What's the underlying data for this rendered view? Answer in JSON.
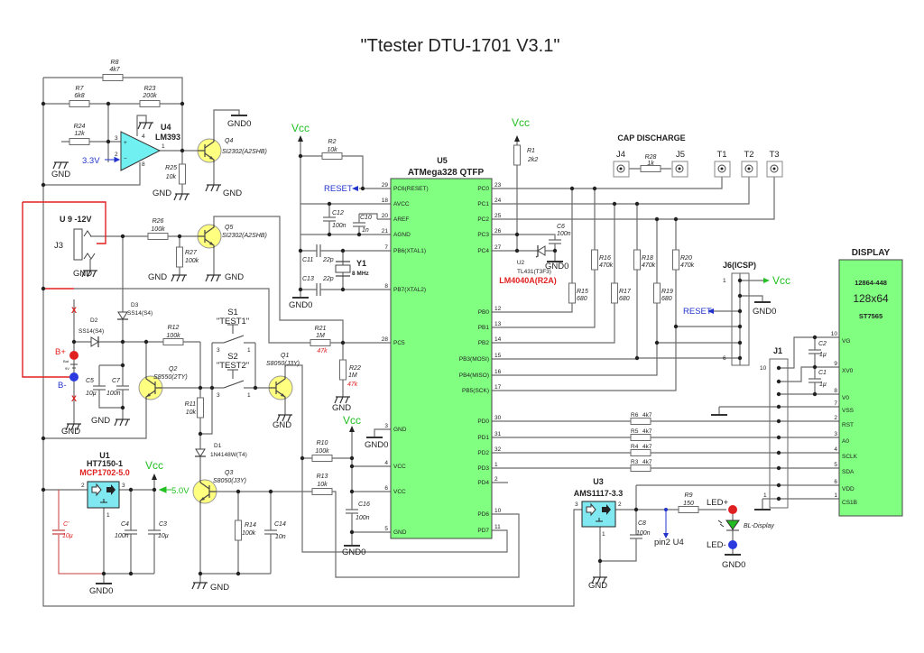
{
  "title": "\"Ttester DTU-1701 V3.1\"",
  "nets": {
    "gnd": "GND",
    "gnd0": "GND0",
    "vcc": "Vcc",
    "reset": "RESET",
    "v33": "3.3V",
    "v50": "5.0V",
    "bplus": "B+",
    "bminus": "B-",
    "ledp": "LED+",
    "ledm": "LED-",
    "pin2u4": "pin2 U4",
    "bl": "BL-Display",
    "x": "X",
    "bat": "Bat",
    "bat_v": "9V"
  },
  "colors": {
    "mcu": "#80ff80",
    "display": "#80ff80",
    "regulator": "#80e8f0",
    "opamp": "#70f0f0",
    "transistor": "#ffff80",
    "vcc": "#22c022",
    "reset": "#2233cc",
    "warn": "#e02020"
  },
  "parts": {
    "R8": [
      "R8",
      "4k7"
    ],
    "R7": [
      "R7",
      "6k8"
    ],
    "R23": [
      "R23",
      "200k"
    ],
    "R24": [
      "R24",
      "12k"
    ],
    "R25": [
      "R25",
      "10k"
    ],
    "R26": [
      "R26",
      "100k"
    ],
    "R27": [
      "R27",
      "100k"
    ],
    "R12": [
      "R12",
      "100k"
    ],
    "R11": [
      "R11",
      "10k"
    ],
    "R2": [
      "R2",
      "10k"
    ],
    "R21": [
      "R21",
      "1M",
      "47k"
    ],
    "R22": [
      "R22",
      "1M",
      "47k"
    ],
    "R10": [
      "R10",
      "100k"
    ],
    "R13": [
      "R13",
      "10k"
    ],
    "R14": [
      "R14",
      "100k"
    ],
    "R1": [
      "R1",
      "2k2"
    ],
    "R15": [
      "R15",
      "680"
    ],
    "R16": [
      "R16",
      "470k"
    ],
    "R17": [
      "R17",
      "680"
    ],
    "R18": [
      "R18",
      "470k"
    ],
    "R19": [
      "R19",
      "680"
    ],
    "R20": [
      "R20",
      "470k"
    ],
    "R28": [
      "R28",
      "1k"
    ],
    "R6": [
      "R6",
      "4k7"
    ],
    "R5": [
      "R5",
      "4k7"
    ],
    "R4": [
      "R4",
      "4k7"
    ],
    "R3": [
      "R3",
      "4k7"
    ],
    "R9": [
      "R9",
      "150"
    ],
    "C5": [
      "C5",
      "10µ"
    ],
    "C7": [
      "C7",
      "100n"
    ],
    "C4": [
      "C4",
      "100n"
    ],
    "C3": [
      "C3",
      "10µ"
    ],
    "Cp": [
      "C'",
      "10µ"
    ],
    "C14": [
      "C14",
      "10n"
    ],
    "C16": [
      "C16",
      "100n"
    ],
    "C12": [
      "C12",
      "100n"
    ],
    "C10": [
      "C10",
      "1n"
    ],
    "C11": [
      "C11",
      "22p"
    ],
    "C13": [
      "C13",
      "22p"
    ],
    "C6": [
      "C6",
      "100n"
    ],
    "C8": [
      "C8",
      "100n"
    ],
    "C2": [
      "C2",
      "1µ"
    ],
    "C1": [
      "C1",
      "1µ"
    ],
    "U4": [
      "U4",
      "LM393"
    ],
    "Q4": [
      "Q4",
      "SI2302(A2SHB)"
    ],
    "Q5": [
      "Q5",
      "SI2302(A2SHB)"
    ],
    "D3": [
      "D3",
      "SS14(S4)"
    ],
    "D2": [
      "D2",
      "SS14(S4)"
    ],
    "Q2": [
      "Q2",
      "S8550(2TY)"
    ],
    "Q1": [
      "Q1",
      "S8050(J3Y)"
    ],
    "Q3": [
      "Q3",
      "S8050(J3Y)"
    ],
    "D1": [
      "D1",
      "1N4148W(T4)"
    ],
    "U1": [
      "U1",
      "HT7150-1",
      "MCP1702-5.0"
    ],
    "U5": [
      "U5",
      "ATMega328 QTFP"
    ],
    "U2": [
      "U2",
      "TL431(T3F3)",
      "LM4040A(R2A)"
    ],
    "U3": [
      "U3",
      "AMS1117-3.3"
    ],
    "Y1": [
      "Y1",
      "8 MHz"
    ],
    "S1": [
      "S1",
      "\"TEST1\""
    ],
    "S2": [
      "S2",
      "\"TEST2\""
    ]
  },
  "connectors": {
    "j3": "J3",
    "supply": "U 9 -12V",
    "cap_discharge": "CAP DISCHARGE",
    "j4": "J4",
    "j5": "J5",
    "t1": "T1",
    "t2": "T2",
    "t3": "T3",
    "j6": "J6(ICSP)",
    "j1": "J1"
  },
  "display": {
    "heading": "DISPLAY",
    "model": "12864-448",
    "resolution": "128x64",
    "controller": "ST7565",
    "pins": [
      [
        "VG",
        "10"
      ],
      [
        "XV0",
        "9"
      ],
      [
        "V0",
        "8"
      ],
      [
        "VSS",
        "7"
      ],
      [
        "RST",
        "2"
      ],
      [
        "A0",
        "3"
      ],
      [
        "SCLK",
        "4"
      ],
      [
        "SDA",
        "5"
      ],
      [
        "VDD",
        "6"
      ],
      [
        "CS1B",
        "1"
      ]
    ]
  },
  "mcu": {
    "left": [
      [
        "PC6(RESET)",
        "29"
      ],
      [
        "AVCC",
        "18"
      ],
      [
        "AREF",
        "20"
      ],
      [
        "AGND",
        "21"
      ],
      [
        "PB6(XTAL1)",
        "7"
      ],
      [
        "PB7(XTAL2)",
        "8"
      ],
      [
        "PC5",
        "28"
      ],
      [
        "GND",
        "3"
      ],
      [
        "VCC",
        "4"
      ],
      [
        "VCC",
        "6"
      ],
      [
        "GND",
        "5"
      ]
    ],
    "right": [
      [
        "PC0",
        "23"
      ],
      [
        "PC1",
        "24"
      ],
      [
        "PC2",
        "25"
      ],
      [
        "PC3",
        "26"
      ],
      [
        "PC4",
        "27"
      ],
      [
        "PB0",
        "12"
      ],
      [
        "PB1",
        "13"
      ],
      [
        "PB2",
        "14"
      ],
      [
        "PB3(MOSI)",
        "15"
      ],
      [
        "PB4(MISO)",
        "16"
      ],
      [
        "PB5(SCK)",
        "17"
      ],
      [
        "PD0",
        "30"
      ],
      [
        "PD1",
        "31"
      ],
      [
        "PD2",
        "32"
      ],
      [
        "PD3",
        "1"
      ],
      [
        "PD4",
        "2"
      ],
      [
        "PD6",
        "10"
      ],
      [
        "PD7",
        "11"
      ]
    ]
  },
  "pins": {
    "op3": "3",
    "op2": "2",
    "op4": "4",
    "op8": "8",
    "op1": "1",
    "u1_in": "2",
    "u1_out": "3",
    "u1_gnd": "1",
    "u3_in": "3",
    "u3_out": "2",
    "u3_gnd": "1",
    "sw3": "3",
    "sw1": "1",
    "j6_first": "1",
    "j6_last": "6",
    "j1_first": "10",
    "j1_last": "1"
  }
}
